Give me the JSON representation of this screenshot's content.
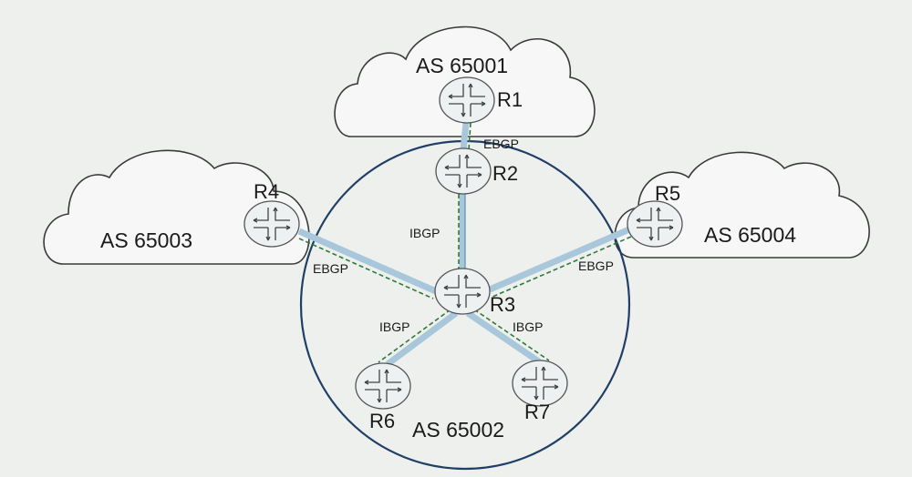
{
  "clouds": [
    {
      "label": "AS 65001"
    },
    {
      "label": "AS 65003"
    },
    {
      "label": "AS 65004"
    }
  ],
  "core_as": {
    "label": "AS 65002"
  },
  "routers": [
    {
      "label": "R1"
    },
    {
      "label": "R2"
    },
    {
      "label": "R3"
    },
    {
      "label": "R4"
    },
    {
      "label": "R5"
    },
    {
      "label": "R6"
    },
    {
      "label": "R7"
    }
  ],
  "links": [
    {
      "from": "R1",
      "to": "R2",
      "type": "EBGP"
    },
    {
      "from": "R2",
      "to": "R3",
      "type": "IBGP"
    },
    {
      "from": "R4",
      "to": "R3",
      "type": "EBGP"
    },
    {
      "from": "R5",
      "to": "R3",
      "type": "EBGP"
    },
    {
      "from": "R3",
      "to": "R6",
      "type": "IBGP"
    },
    {
      "from": "R3",
      "to": "R7",
      "type": "IBGP"
    }
  ],
  "colors": {
    "link": "#a8c7db",
    "session": "#2f7a3b",
    "as_boundary": "#1f3f66"
  }
}
